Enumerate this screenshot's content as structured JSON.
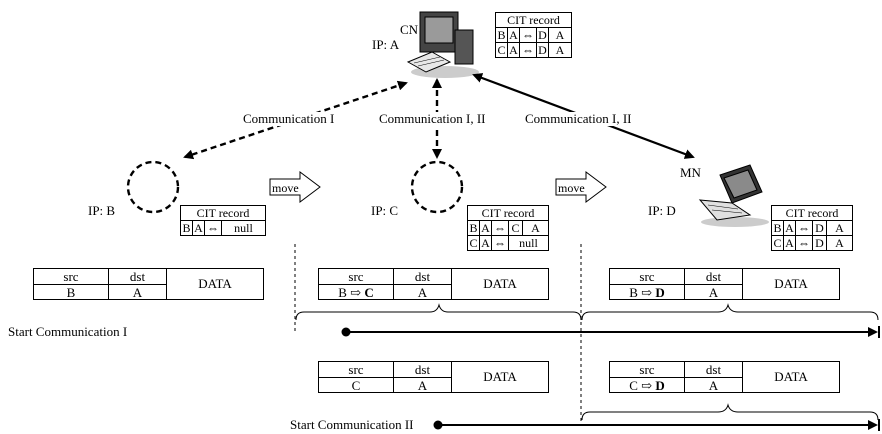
{
  "cn": {
    "name": "CN",
    "ip": "IP: A"
  },
  "mn": {
    "name": "MN",
    "ip": "IP: D"
  },
  "ips": {
    "b": "IP: B",
    "c": "IP: C"
  },
  "comm": {
    "one": "Communication I",
    "top": "Communication I, II",
    "right": "Communication I, II"
  },
  "move": "move",
  "cit_title": "CIT record",
  "cit_top": {
    "rows": [
      [
        "B",
        "A",
        "⇔",
        "D",
        "A"
      ],
      [
        "C",
        "A",
        "⇔",
        "D",
        "A"
      ]
    ]
  },
  "cit_b": {
    "rows": [
      [
        "B",
        "A",
        "⇔",
        "null"
      ]
    ]
  },
  "cit_c": {
    "rows": [
      [
        "B",
        "A",
        "⇔",
        "C",
        "A"
      ],
      [
        "C",
        "A",
        "⇔",
        "null"
      ]
    ]
  },
  "cit_d": {
    "rows": [
      [
        "B",
        "A",
        "⇔",
        "D",
        "A"
      ],
      [
        "C",
        "A",
        "⇔",
        "D",
        "A"
      ]
    ]
  },
  "packet": {
    "src": "src",
    "dst": "dst",
    "data": "DATA",
    "p1": {
      "src": "B",
      "dst": "A"
    },
    "p2": {
      "src_a": "B ⇨ ",
      "src_b": "C",
      "dst": "A"
    },
    "p3": {
      "src_a": "B ⇨ ",
      "src_b": "D",
      "dst": "A"
    },
    "p4": {
      "src": "C",
      "dst": "A"
    },
    "p5": {
      "src_a": "C ⇨ ",
      "src_b": "D",
      "dst": "A"
    }
  },
  "timeline": {
    "start1": "Start Communication I",
    "start2": "Start Communication II"
  }
}
